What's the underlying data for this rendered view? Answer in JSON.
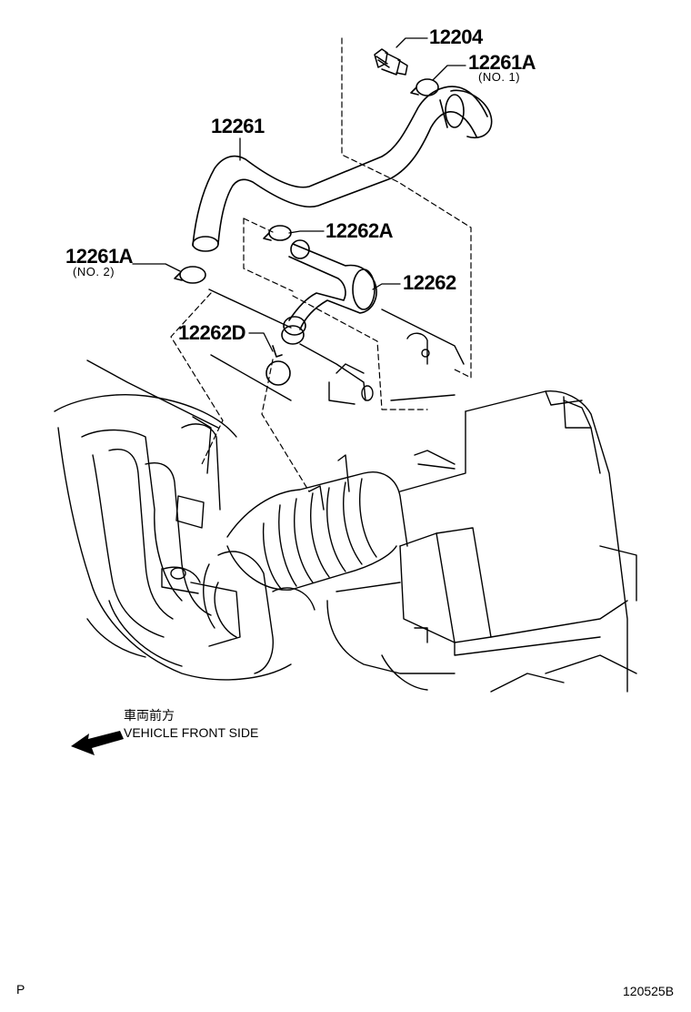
{
  "parts": [
    {
      "number": "12204",
      "note": ""
    },
    {
      "number": "12261A",
      "note": "(NO. 1)"
    },
    {
      "number": "12261",
      "note": ""
    },
    {
      "number": "12262A",
      "note": ""
    },
    {
      "number": "12261A",
      "note": "(NO. 2)"
    },
    {
      "number": "12262",
      "note": ""
    },
    {
      "number": "12262D",
      "note": ""
    }
  ],
  "direction": {
    "label_jp": "車両前方",
    "label_en": "VEHICLE FRONT SIDE",
    "icon": "arrow-left-icon"
  },
  "footer": {
    "page_mark": "P",
    "illustration_code": "120525B"
  }
}
